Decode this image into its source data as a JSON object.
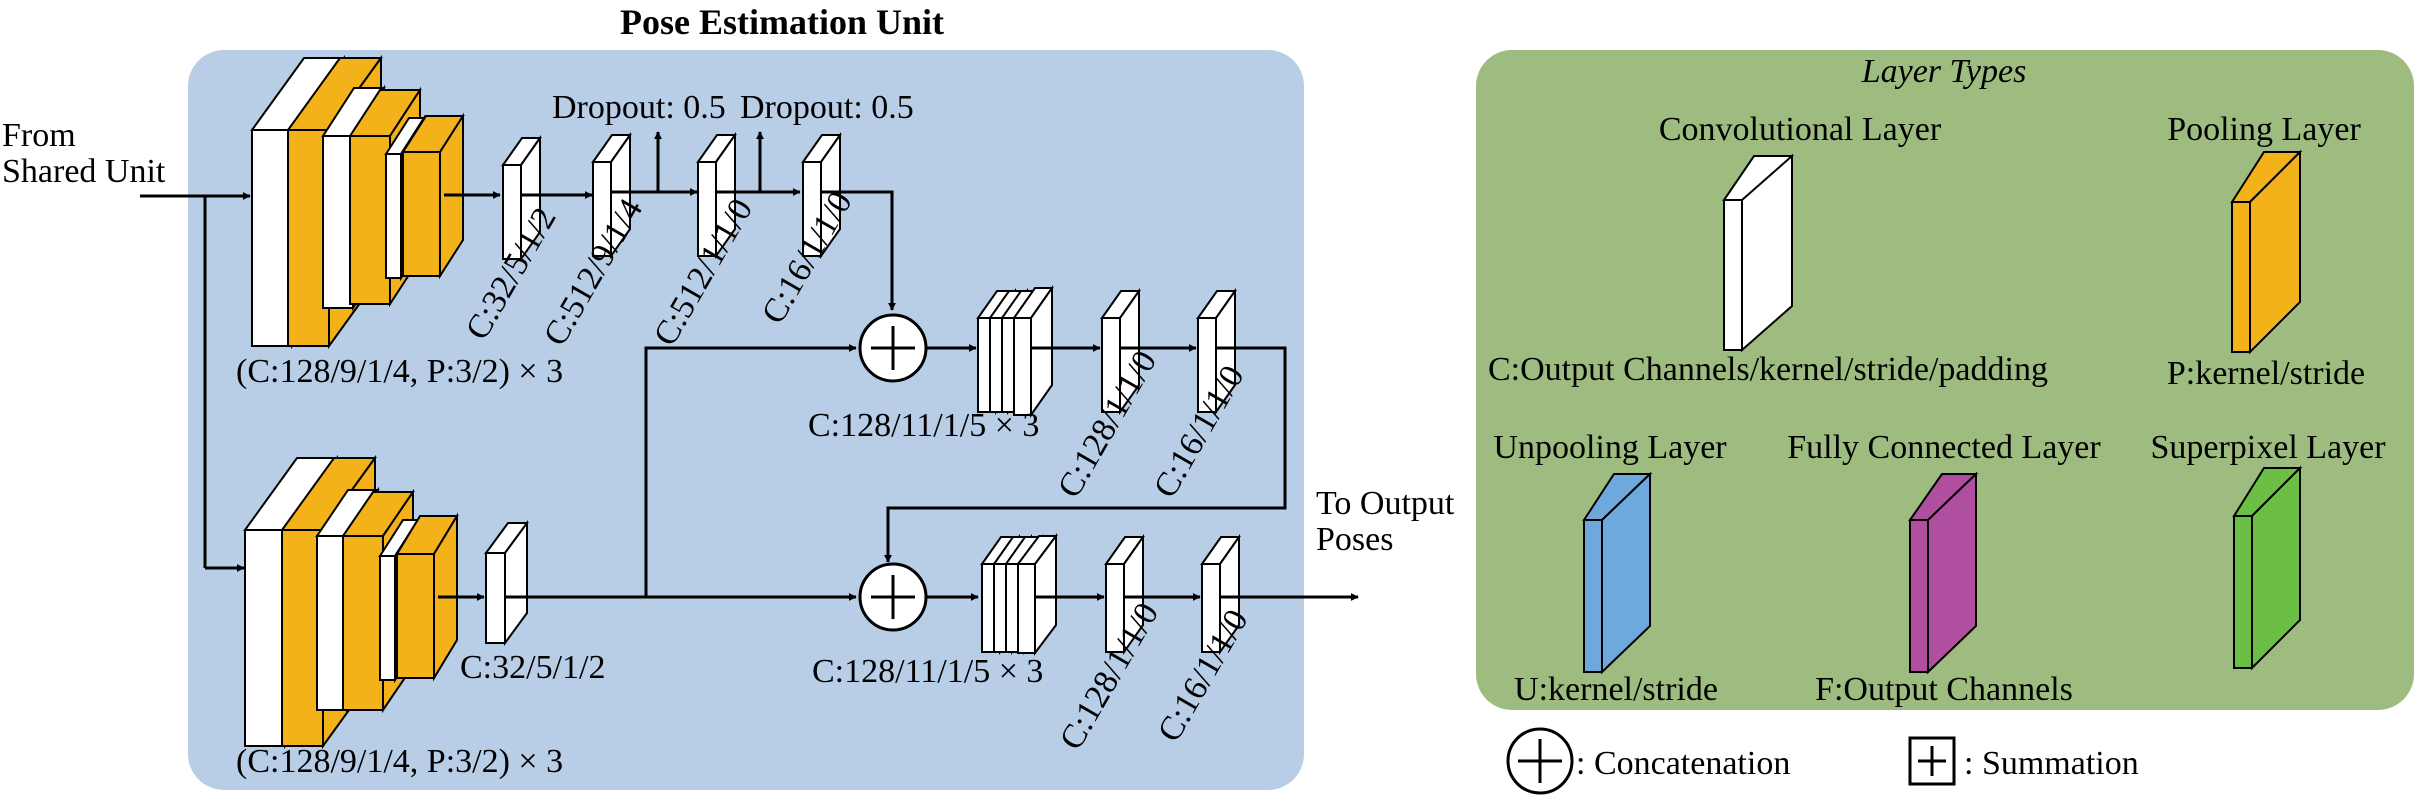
{
  "title": "Pose Estimation Unit",
  "colors": {
    "panel_blue": "#b8cde6",
    "panel_green": "#9ebc7f",
    "conv": "#ffffff",
    "pool": "#f4b21a",
    "unpool": "#6fa8dc",
    "fc": "#b04fa0",
    "superpixel": "#6cbf45"
  },
  "input_label": [
    "From",
    "Shared Unit"
  ],
  "output_label": [
    "To Output",
    "Poses"
  ],
  "top_branch": {
    "block_label": "(C:128/9/1/4, P:3/2) × 3",
    "dropout_1": "Dropout: 0.5",
    "dropout_2": "Dropout: 0.5",
    "layers": [
      "C:32/5/1/2",
      "C:512/9/1/4",
      "C:512/1/1/0",
      "C:16/1/1/0"
    ],
    "merge_block": "C:128/11/1/5 × 3",
    "post_layers": [
      "C:128/1/1/0",
      "C:16/1/1/0"
    ]
  },
  "bottom_branch": {
    "block_label": "(C:128/9/1/4, P:3/2) × 3",
    "layers": [
      "C:32/5/1/2"
    ],
    "merge_block": "C:128/11/1/5 × 3",
    "post_layers": [
      "C:128/1/1/0",
      "C:16/1/1/0"
    ]
  },
  "legend": {
    "title": "Layer Types",
    "items": [
      {
        "name": "Convolutional Layer",
        "desc": "C:Output Channels/kernel/stride/padding",
        "color_key": "conv"
      },
      {
        "name": "Pooling Layer",
        "desc": "P:kernel/stride",
        "color_key": "pool"
      },
      {
        "name": "Unpooling Layer",
        "desc": "U:kernel/stride",
        "color_key": "unpool"
      },
      {
        "name": "Fully Connected Layer",
        "desc": "F:Output Channels",
        "color_key": "fc"
      },
      {
        "name": "Superpixel Layer",
        "desc": "",
        "color_key": "superpixel"
      }
    ],
    "concat_label": ": Concatenation",
    "sum_label": ": Summation"
  }
}
